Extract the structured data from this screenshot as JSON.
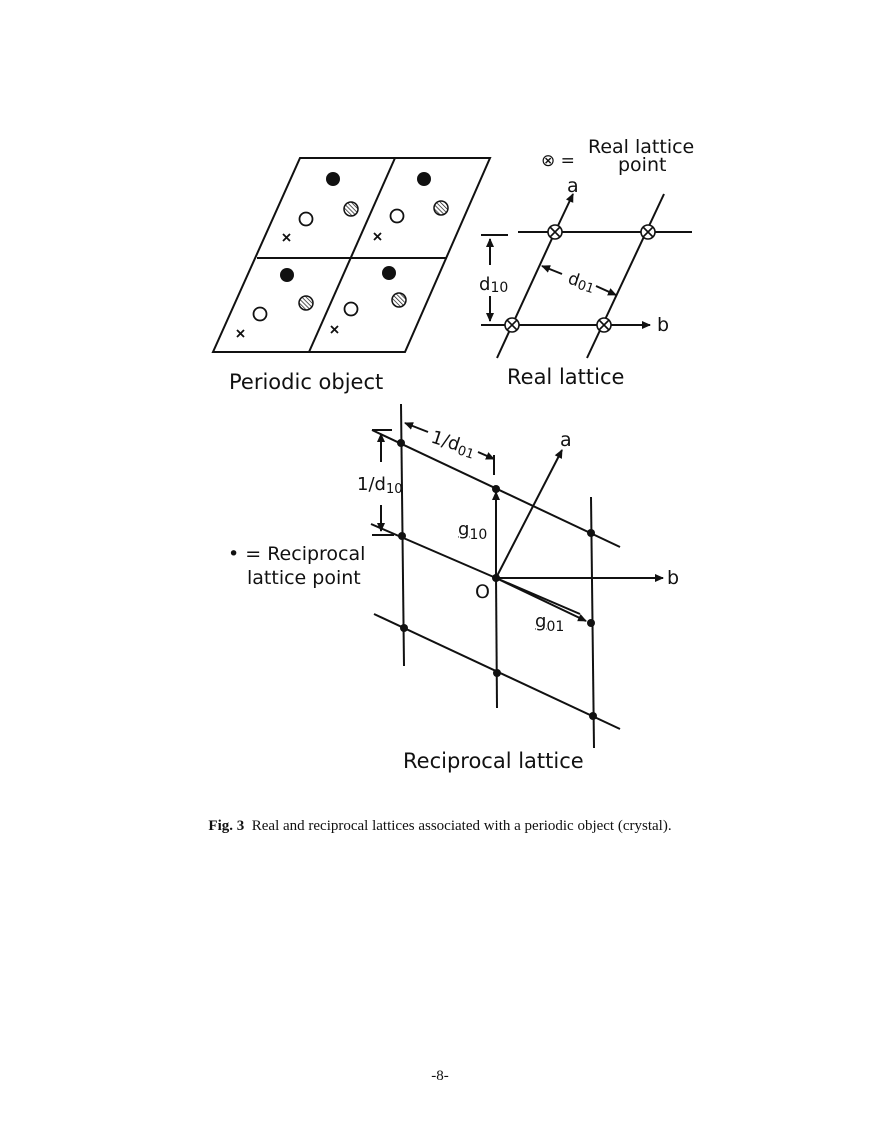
{
  "periodic_object": {
    "title": "Periodic object"
  },
  "real_lattice": {
    "title": "Real lattice",
    "legend_symbol": "⊗ =",
    "legend_line1": "Real lattice",
    "legend_line2": "point",
    "axis_a": "a",
    "axis_b": "b",
    "d10_main": "d",
    "d10_sub": "10",
    "d01_main": "d",
    "d01_sub": "01"
  },
  "reciprocal_lattice": {
    "title": "Reciprocal lattice",
    "legend_line1": "• = Reciprocal",
    "legend_line2": "lattice point",
    "axis_a": "a",
    "axis_b": "b",
    "origin": "O",
    "inv_d01_main": "1/d",
    "inv_d01_sub": "01",
    "inv_d10_main": "1/d",
    "inv_d10_sub": "10",
    "g10_main": "g",
    "g10_sub": "10",
    "g01_main": "g",
    "g01_sub": "01"
  },
  "caption": {
    "label": "Fig. 3",
    "text": "Real and reciprocal lattices associated with a periodic object (crystal)."
  },
  "page_number": "-8-"
}
